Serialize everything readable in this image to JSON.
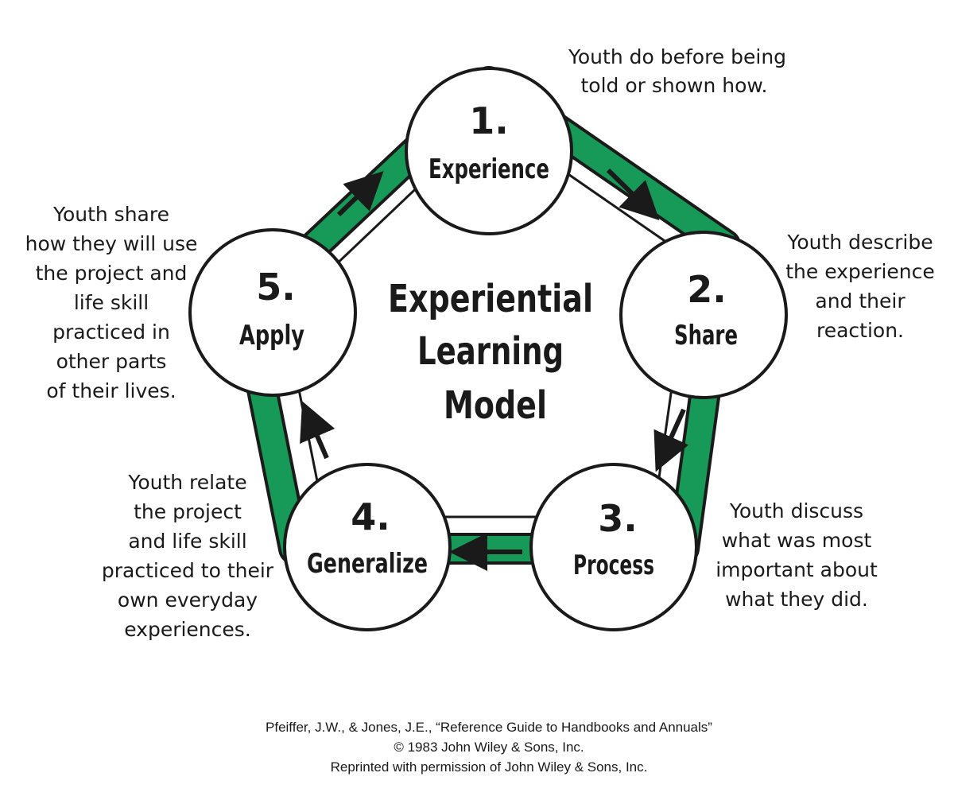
{
  "center_title": [
    "Experiential",
    "Learning",
    "Model"
  ],
  "ring_color": "#179a57",
  "stages": [
    {
      "number": "1.",
      "label": "Experience",
      "description": [
        "Youth do before being",
        "told or shown how."
      ]
    },
    {
      "number": "2.",
      "label": "Share",
      "description": [
        "Youth describe",
        "the experience",
        "and their",
        "reaction."
      ]
    },
    {
      "number": "3.",
      "label": "Process",
      "description": [
        "Youth discuss",
        "what was most",
        "important about",
        "what they did."
      ]
    },
    {
      "number": "4.",
      "label": "Generalize",
      "description": [
        "Youth relate",
        "the project",
        "and life skill",
        "practiced to their",
        "own everyday",
        "experiences."
      ]
    },
    {
      "number": "5.",
      "label": "Apply",
      "description": [
        "Youth share",
        "how they will use",
        "the project and",
        "life skill",
        "practiced in",
        "other parts",
        "of their lives."
      ]
    }
  ],
  "citation": [
    "Pfeiffer, J.W., & Jones, J.E., “Reference Guide to Handbooks and Annuals”",
    "© 1983 John Wiley & Sons, Inc.",
    "Reprinted with permission of John Wiley & Sons, Inc."
  ]
}
